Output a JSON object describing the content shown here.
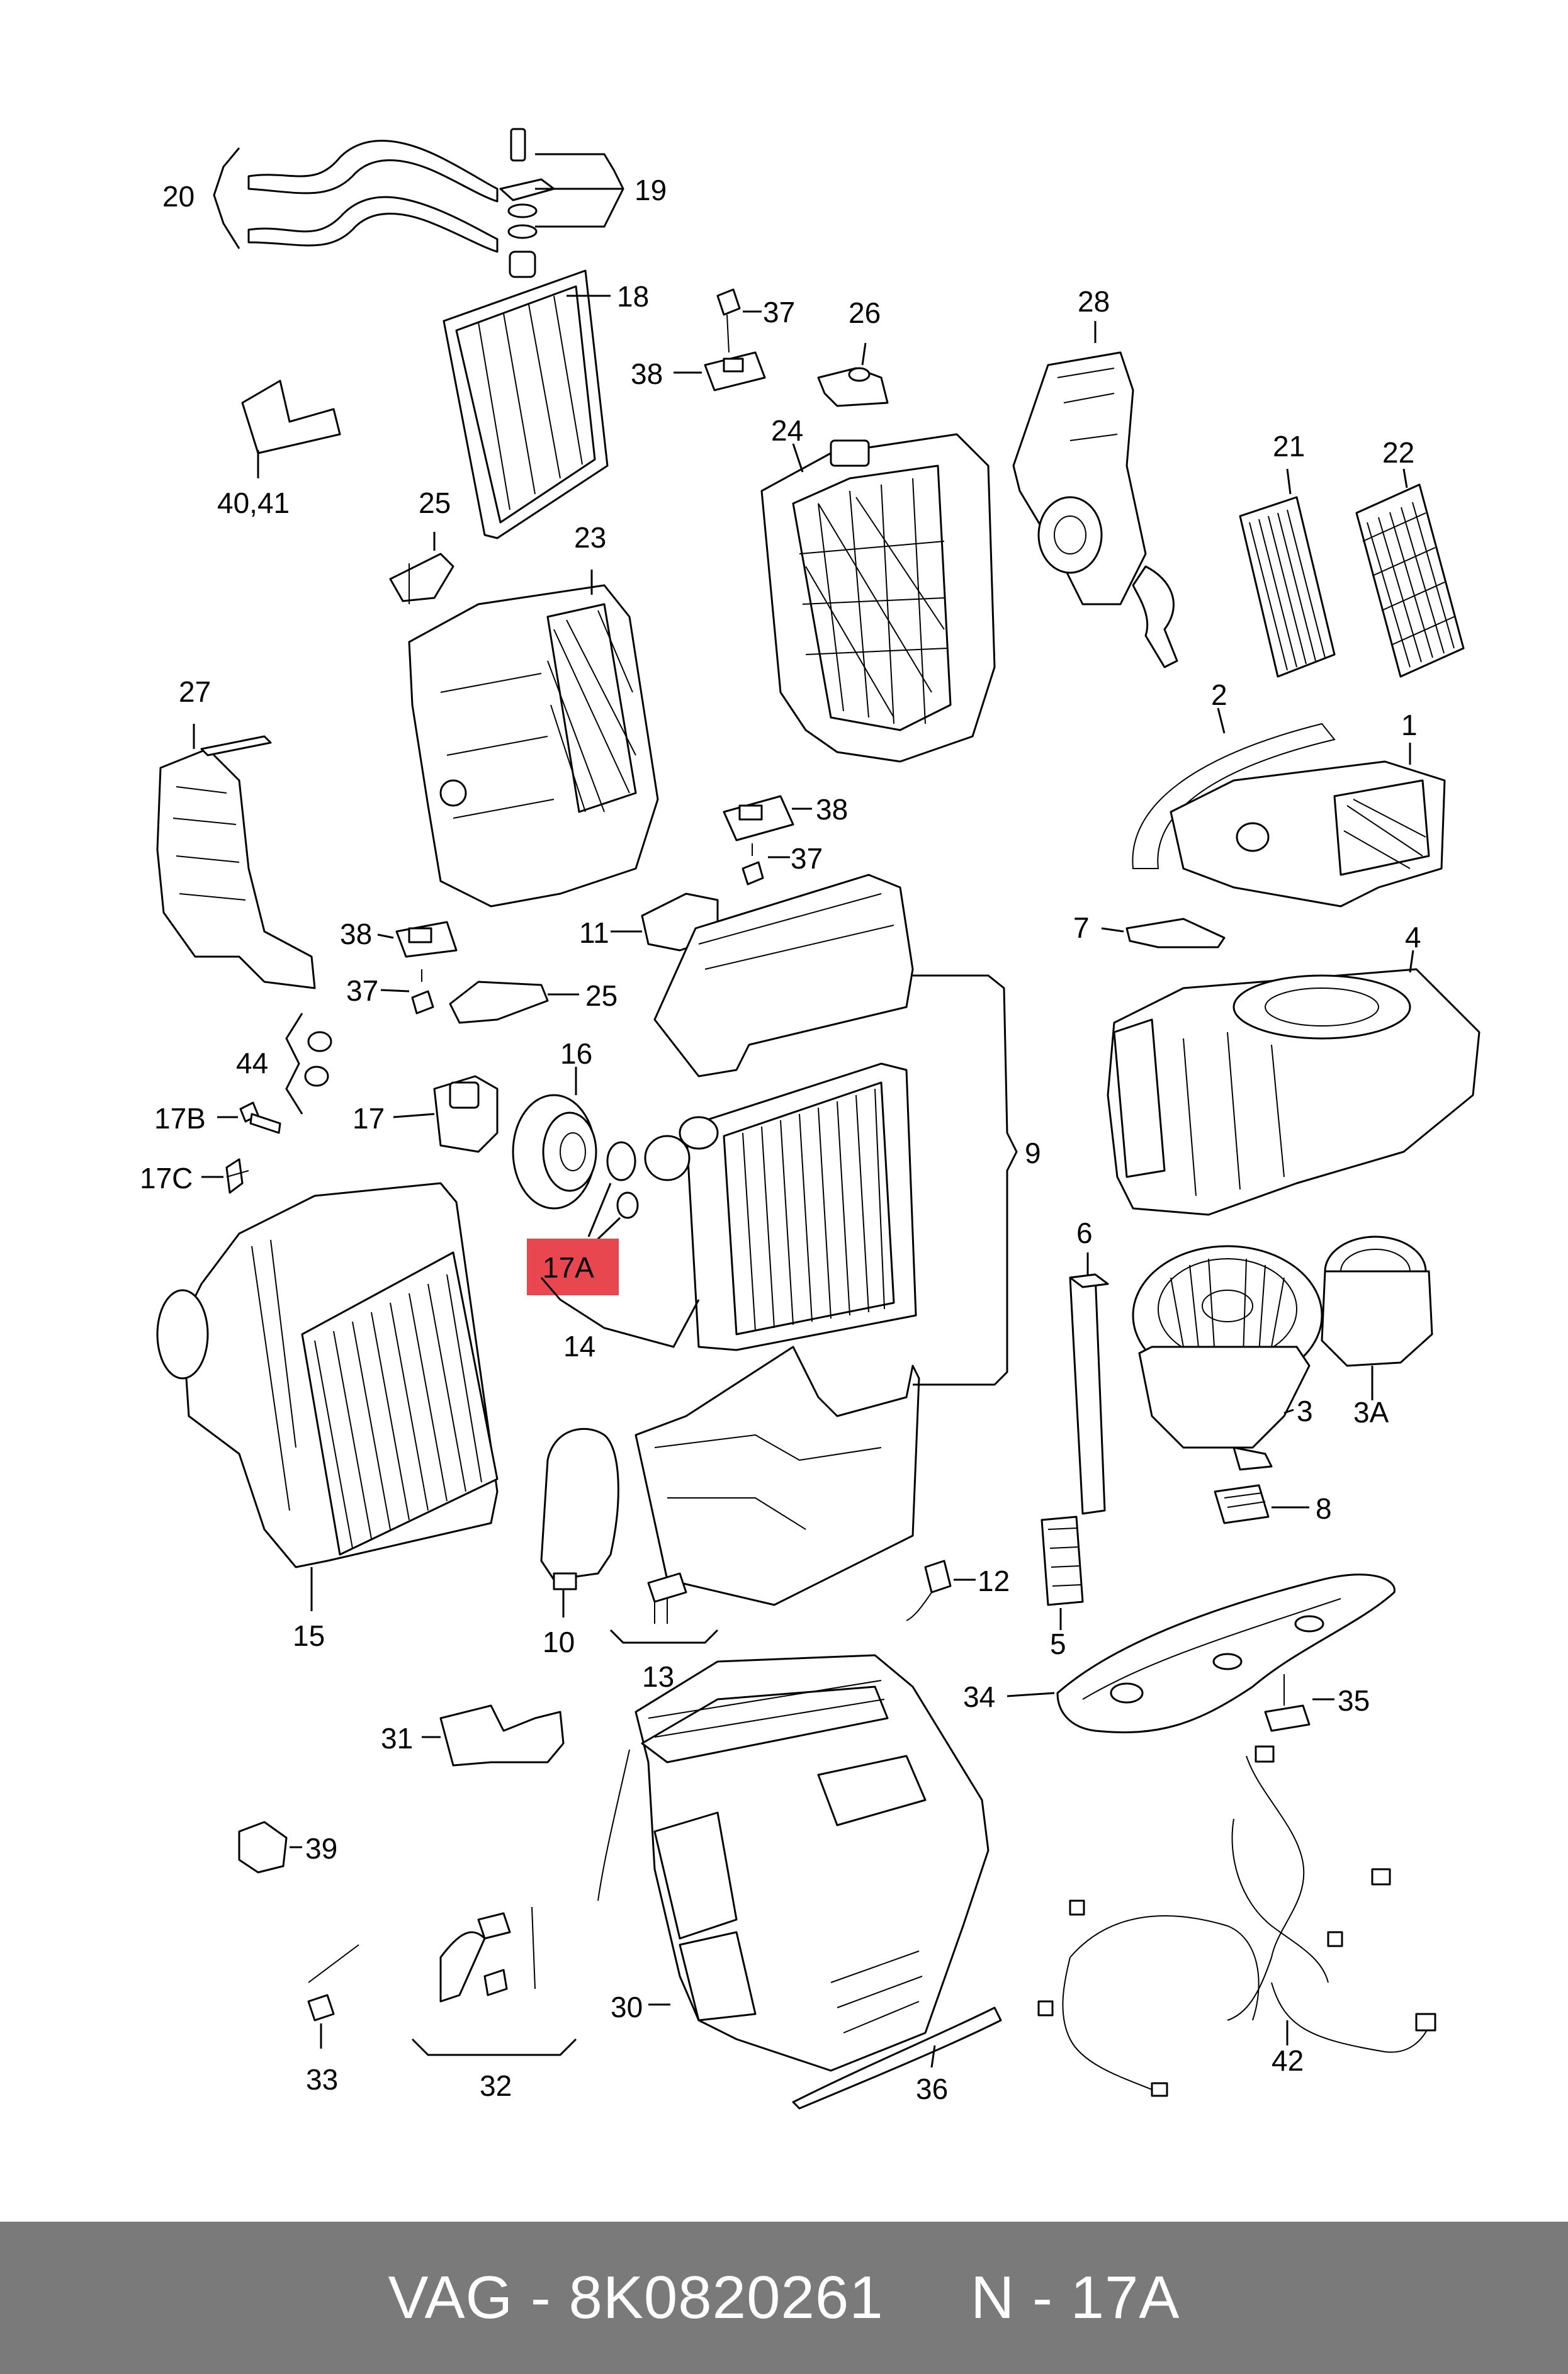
{
  "labels": {
    "p20": "20",
    "p19": "19",
    "p18": "18",
    "p37a": "37",
    "p26": "26",
    "p28": "28",
    "p38a": "38",
    "p4041": "40,41",
    "p25a": "25",
    "p23": "23",
    "p24": "24",
    "p21": "21",
    "p22": "22",
    "p27": "27",
    "p2": "2",
    "p1": "1",
    "p38b": "38",
    "p37b": "37",
    "p11": "11",
    "p7": "7",
    "p38c": "38",
    "p37c": "37",
    "p25b": "25",
    "p4": "4",
    "p44": "44",
    "p16": "16",
    "p17b": "17B",
    "p17": "17",
    "p9": "9",
    "p17c": "17C",
    "p17a": "17A",
    "p14": "14",
    "p6": "6",
    "p3": "3",
    "p3a": "3A",
    "p15": "15",
    "p10": "10",
    "p12": "12",
    "p8": "8",
    "p13": "13",
    "p5": "5",
    "p34": "34",
    "p35": "35",
    "p31": "31",
    "p39": "39",
    "p30": "30",
    "p42": "42",
    "p33": "33",
    "p32": "32",
    "p36": "36"
  },
  "highlight": {
    "label": "17A",
    "color": "#e8474f"
  },
  "footer": {
    "brand": "VAG",
    "separator": " - ",
    "part_number": "8K0820261",
    "position_prefix": "N - ",
    "position": "17A",
    "background": "#7a7a7a",
    "text_color": "#ffffff"
  }
}
